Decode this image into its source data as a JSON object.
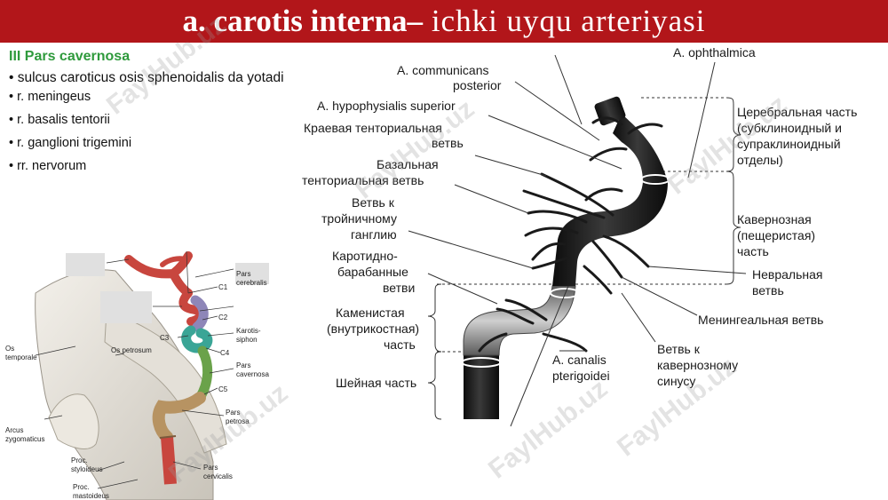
{
  "slide": {
    "title_bold": "a. carotis interna–",
    "title_rest": " ichki uyqu arteriyasi"
  },
  "left_text": {
    "heading": "III Pars cavernosa",
    "items": [
      "• sulcus caroticus osis sphenoidalis da yotadi",
      "• r. meningeus",
      "• r. basalis tentorii",
      "• r. ganglioni trigemini",
      "• rr. nervorum"
    ]
  },
  "left_figure": {
    "labels": {
      "c1": "C1",
      "c2": "C2",
      "c3": "C3",
      "c4": "C4",
      "c5": "C5",
      "pars_cerebralis": [
        "Pars",
        "cerebralis"
      ],
      "karotis_siphon": [
        "Karotis-",
        "siphon"
      ],
      "pars_cavernosa": [
        "Pars",
        "cavernosa"
      ],
      "pars_petrosa": [
        "Pars",
        "petrosa"
      ],
      "pars_cervicalis": [
        "Pars",
        "cervicalis"
      ],
      "os_temporale": [
        "Os",
        "temporale"
      ],
      "os_petrosum": "Os petrosum",
      "arcus_zygomaticus": [
        "Arcus",
        "zygomaticus"
      ],
      "proc_styloideus": [
        "Proc.",
        "styloideus"
      ],
      "proc_mastoideus": [
        "Proc.",
        "mastoideus"
      ]
    }
  },
  "right_figure": {
    "labels": {
      "a_ophthalmica": "A. ophthalmica",
      "a_comm_post": [
        "A. communicans",
        "posterior"
      ],
      "a_hypophysialis": "A. hypophysialis superior",
      "kraevaya": [
        "Краевая тенториальная",
        "ветвь"
      ],
      "bazalnaya": [
        "Базальная",
        "тенториальная ветвь"
      ],
      "vetv_k_tr": [
        "Ветвь к",
        "тройничному",
        "ганглию"
      ],
      "karotidno": [
        "Каротидно-",
        "барабанные",
        "ветви"
      ],
      "kamenistaya": [
        "Каменистая",
        "(внутрикостная)",
        "часть"
      ],
      "sheynaya": "Шейная часть",
      "a_canalis": [
        "A. canalis",
        "pterigoidei"
      ],
      "vetv_k_kav": [
        "Ветвь к",
        "кавернозному",
        "синусу"
      ],
      "meningealnaya": "Менингеальная ветвь",
      "nevralnaya": [
        "Невральная",
        "ветвь"
      ],
      "kavernoznaya": [
        "Кавернозная",
        "(пещеристая)",
        "часть"
      ],
      "cerebralnaya": [
        "Церебральная часть",
        "(субклиноидный и",
        "супраклиноидный",
        "отделы)"
      ]
    }
  },
  "watermark": "FaylHub.uz",
  "colors": {
    "title_bg": "#b2161a",
    "heading": "#2f9a3c",
    "artery_red": "#c8463e",
    "siphon_purple": "#8e86b8",
    "cavernosa_teal": "#3aa596",
    "cavernosa_green": "#6aa24a",
    "petrosa_tan": "#b79362"
  }
}
